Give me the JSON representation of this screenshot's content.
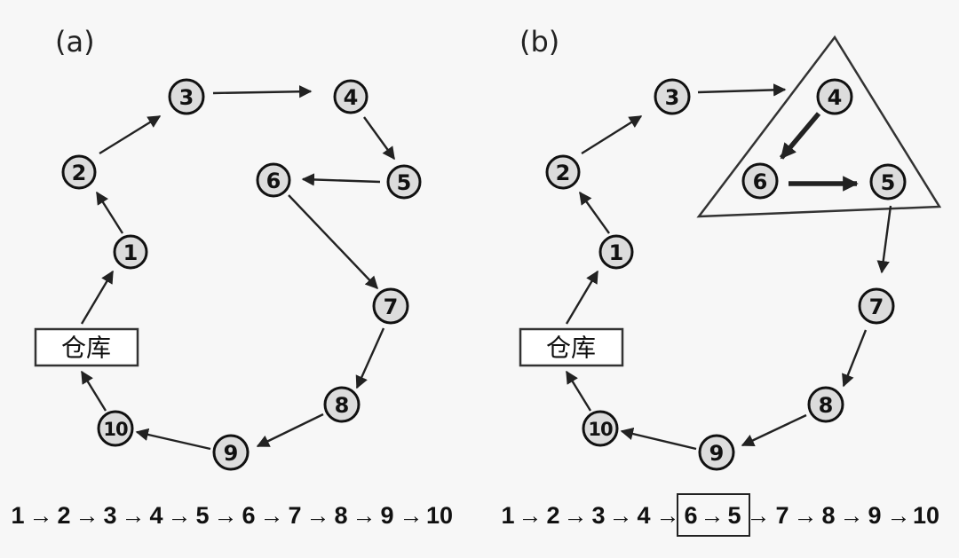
{
  "panel_a": {
    "label": "(a)",
    "warehouse": "仓库",
    "nodes": [
      "1",
      "2",
      "3",
      "4",
      "5",
      "6",
      "7",
      "8",
      "9",
      "10"
    ],
    "sequence": [
      "1",
      "2",
      "3",
      "4",
      "5",
      "6",
      "7",
      "8",
      "9",
      "10"
    ]
  },
  "panel_b": {
    "label": "(b)",
    "warehouse": "仓库",
    "nodes": [
      "1",
      "2",
      "3",
      "4",
      "5",
      "6",
      "7",
      "8",
      "9",
      "10"
    ],
    "sequence": [
      "1",
      "2",
      "3",
      "4",
      "6",
      "5",
      "7",
      "8",
      "9",
      "10"
    ],
    "boxed_segment": [
      "6",
      "5"
    ]
  },
  "arrow_symbol": "→"
}
